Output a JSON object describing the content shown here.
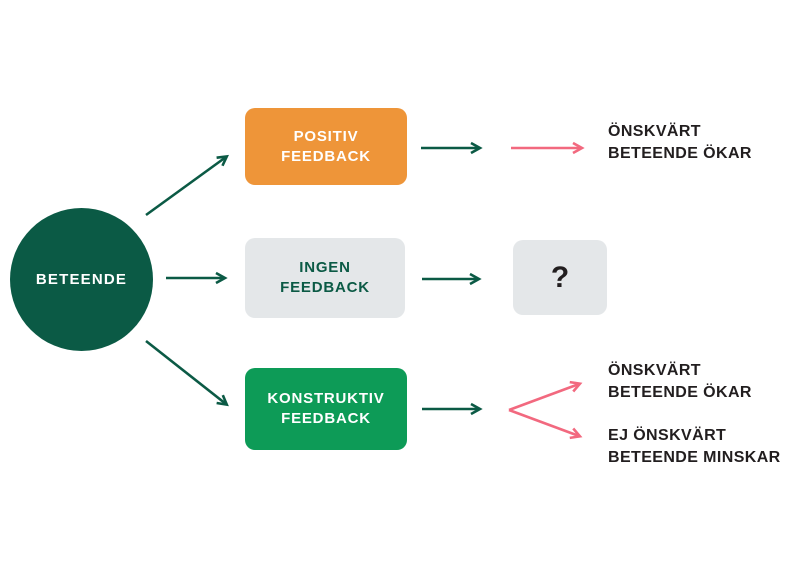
{
  "colors": {
    "dark_green": "#0b5a45",
    "bright_green": "#0d9b57",
    "orange": "#ee9539",
    "light_gray": "#e4e7e9",
    "pink": "#f2697f",
    "text_dark": "#221e1f",
    "white": "#ffffff"
  },
  "diagram": {
    "source": {
      "label": "BETEENDE"
    },
    "branches": {
      "positive": {
        "label": "POSITIV\nFEEDBACK",
        "outcome": "ÖNSKVÄRT\nBETEENDE ÖKAR"
      },
      "none": {
        "label": "INGEN\nFEEDBACK",
        "outcome": "?"
      },
      "constructive": {
        "label": "KONSTRUKTIV\nFEEDBACK",
        "outcome_increase": "ÖNSKVÄRT\nBETEENDE ÖKAR",
        "outcome_decrease": "EJ ÖNSKVÄRT\nBETEENDE MINSKAR"
      }
    }
  }
}
